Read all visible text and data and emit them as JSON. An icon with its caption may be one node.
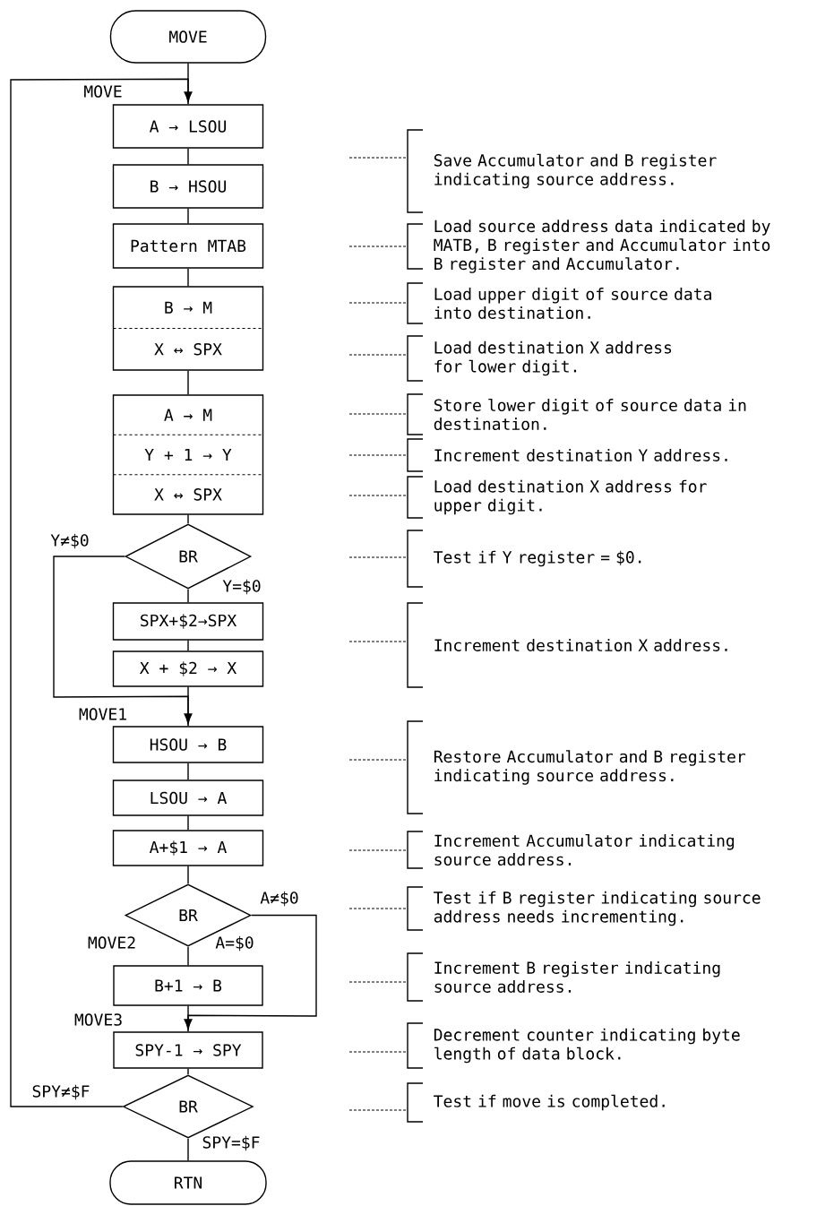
{
  "diagram": {
    "nodes": [
      {
        "text": [
          "MOVE"
        ]
      },
      {
        "text": [
          "A → LSOU"
        ],
        "beside": [
          "MOVE"
        ]
      },
      {
        "text": [
          "B → HSOU"
        ]
      },
      {
        "text": [
          "Pattern MTAB"
        ]
      },
      {
        "text": [
          "B → M",
          "X ↔ SPX"
        ]
      },
      {
        "text": [
          "A → M",
          "Y + 1 → Y",
          "X ↔ SPX"
        ]
      },
      {
        "text": [
          "BR"
        ]
      },
      {
        "text": [
          "SPX+$2→SPX"
        ]
      },
      {
        "text": [
          "X + $2 → X"
        ]
      },
      {
        "text": [
          "HSOU → B"
        ],
        "beside": [
          "MOVE1"
        ]
      },
      {
        "text": [
          "LSOU → A"
        ]
      },
      {
        "text": [
          "A+$1 → A"
        ]
      },
      {
        "text": [
          "BR"
        ]
      },
      {
        "text": [
          "B+1 → B"
        ]
      },
      {
        "text": [
          "SPY-1 → SPY"
        ],
        "beside": [
          "MOVE3"
        ]
      },
      {
        "text": [
          "BR"
        ]
      },
      {
        "text": [
          "RTN"
        ]
      }
    ],
    "edges": [
      {
        "from": 0,
        "to": 1,
        "arrow": "none"
      },
      {
        "from": 1,
        "to": 2,
        "arrow": "none"
      },
      {
        "from": 2,
        "to": 3,
        "arrow": "none"
      },
      {
        "from": 3,
        "to": 4,
        "arrow": "none"
      },
      {
        "from": 4,
        "to": 5,
        "arrow": "none"
      },
      {
        "from": 5,
        "to": 6,
        "arrow": "none"
      },
      {
        "from": 6,
        "to": 7,
        "arrow": "none",
        "label": "Y=$0"
      },
      {
        "from": 7,
        "to": 8,
        "arrow": "none"
      },
      {
        "from": 8,
        "to": 9,
        "arrow": "none"
      },
      {
        "from": 6,
        "to": 9,
        "arrow": "to",
        "label": "Y≠$0"
      },
      {
        "from": 9,
        "to": 10,
        "arrow": "none"
      },
      {
        "from": 10,
        "to": 11,
        "arrow": "none"
      },
      {
        "from": 11,
        "to": 12,
        "arrow": "none"
      },
      {
        "from": 12,
        "to": 13,
        "arrow": "none",
        "label": "A=$0"
      },
      {
        "from": 13,
        "to": 14,
        "arrow": "none"
      },
      {
        "from": 12,
        "to": 14,
        "arrow": "to",
        "label": "A≠$0"
      },
      {
        "from": 14,
        "to": 15,
        "arrow": "none"
      },
      {
        "from": 15,
        "to": 16,
        "arrow": "none",
        "label": "SPY=$F"
      },
      {
        "from": 15,
        "to": 1,
        "arrow": "to",
        "label": "SPY≠$F"
      }
    ],
    "labels": [
      "Save Accumulator and B register indicating source address.",
      "Load source address data indicated by MATB, B register and Accumulator into B register and Accumulator.",
      "Load upper digit of source data into destination.",
      "Load destination X address for lower digit.",
      "Store lower digit of source data in destination.",
      "Increment destination Y address.",
      "Load destination X address for upper digit.",
      "Test if Y register = $0.",
      "Increment destination X address.",
      "Restore Accumulator and B register indicating source address.",
      "Increment Accumulator indicating source address.",
      "Test if B register indicating source address needs incrementing.",
      "Increment B register indicating source address.",
      "Decrement counter indicating byte length of data block.",
      "Test if move is completed.",
      "MOVE2"
    ]
  }
}
